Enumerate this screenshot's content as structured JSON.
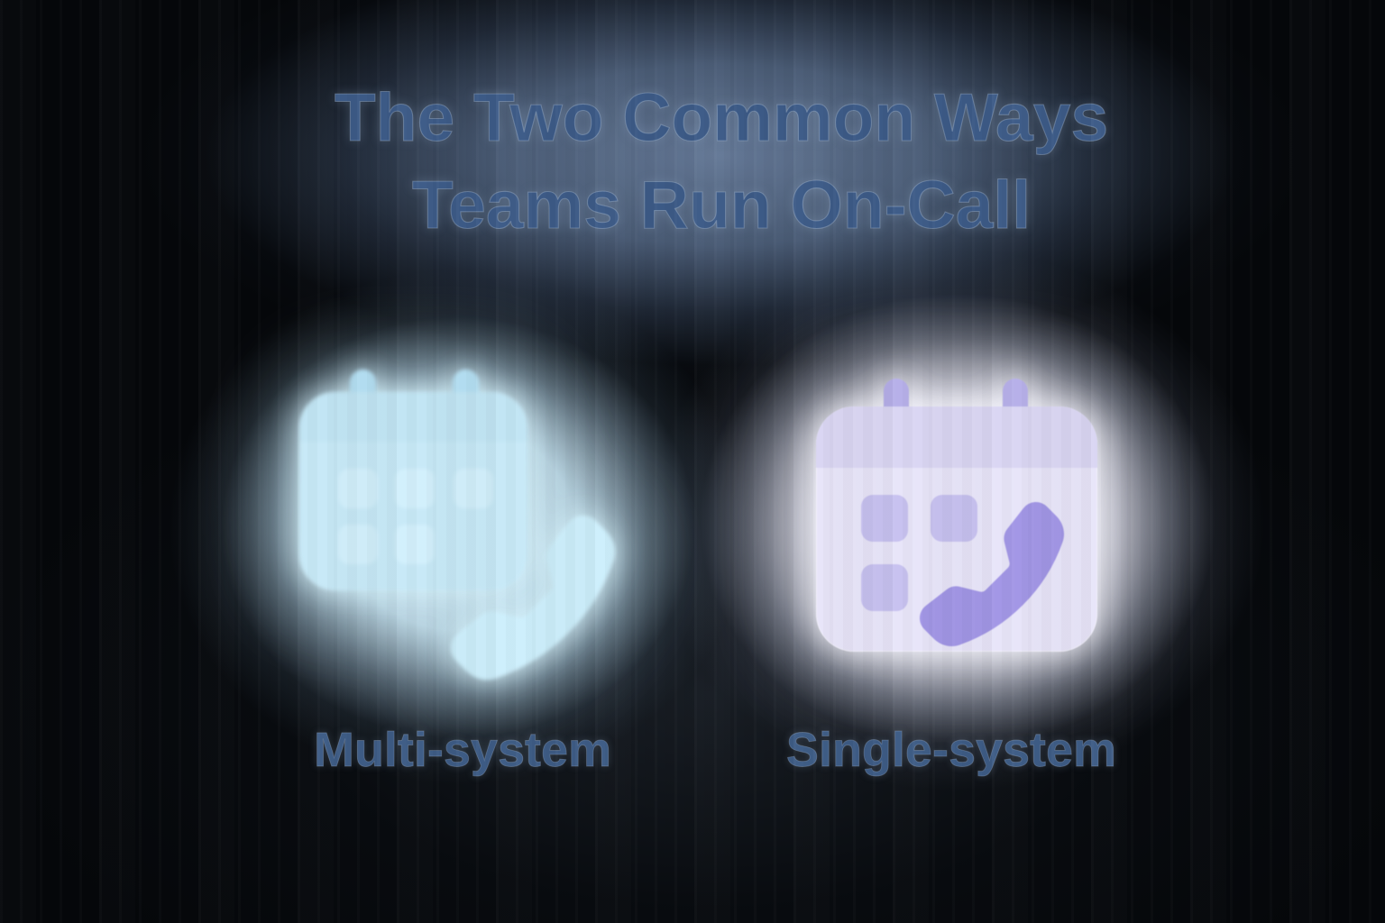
{
  "title": {
    "line1": "The Two Common Ways",
    "line2": "Teams Run On-Call"
  },
  "sections": [
    {
      "id": "multi",
      "label": "Multi-system",
      "icon": "calendar-phone-icon"
    },
    {
      "id": "single",
      "label": "Single-system",
      "icon": "calendar-phone-icon"
    }
  ],
  "colors": {
    "background": "#05070a",
    "title_glow": "#667b9a",
    "title_text": "#3d5b88",
    "label_text": "#3e5c86",
    "multi_glow": "#e2f2fa",
    "multi_body": "#c7e9f7",
    "multi_header": "#c1e5f4",
    "multi_ring": "#b5e0f4",
    "multi_square": "#d2f0fc",
    "multi_phone": "#cdeffc",
    "single_glow": "#f6f5fb",
    "single_body": "#e8e5f9",
    "single_header": "#dad6f3",
    "single_ring": "#b6afe9",
    "single_square": "#c7c1f0",
    "single_phone": "#a296e6"
  }
}
